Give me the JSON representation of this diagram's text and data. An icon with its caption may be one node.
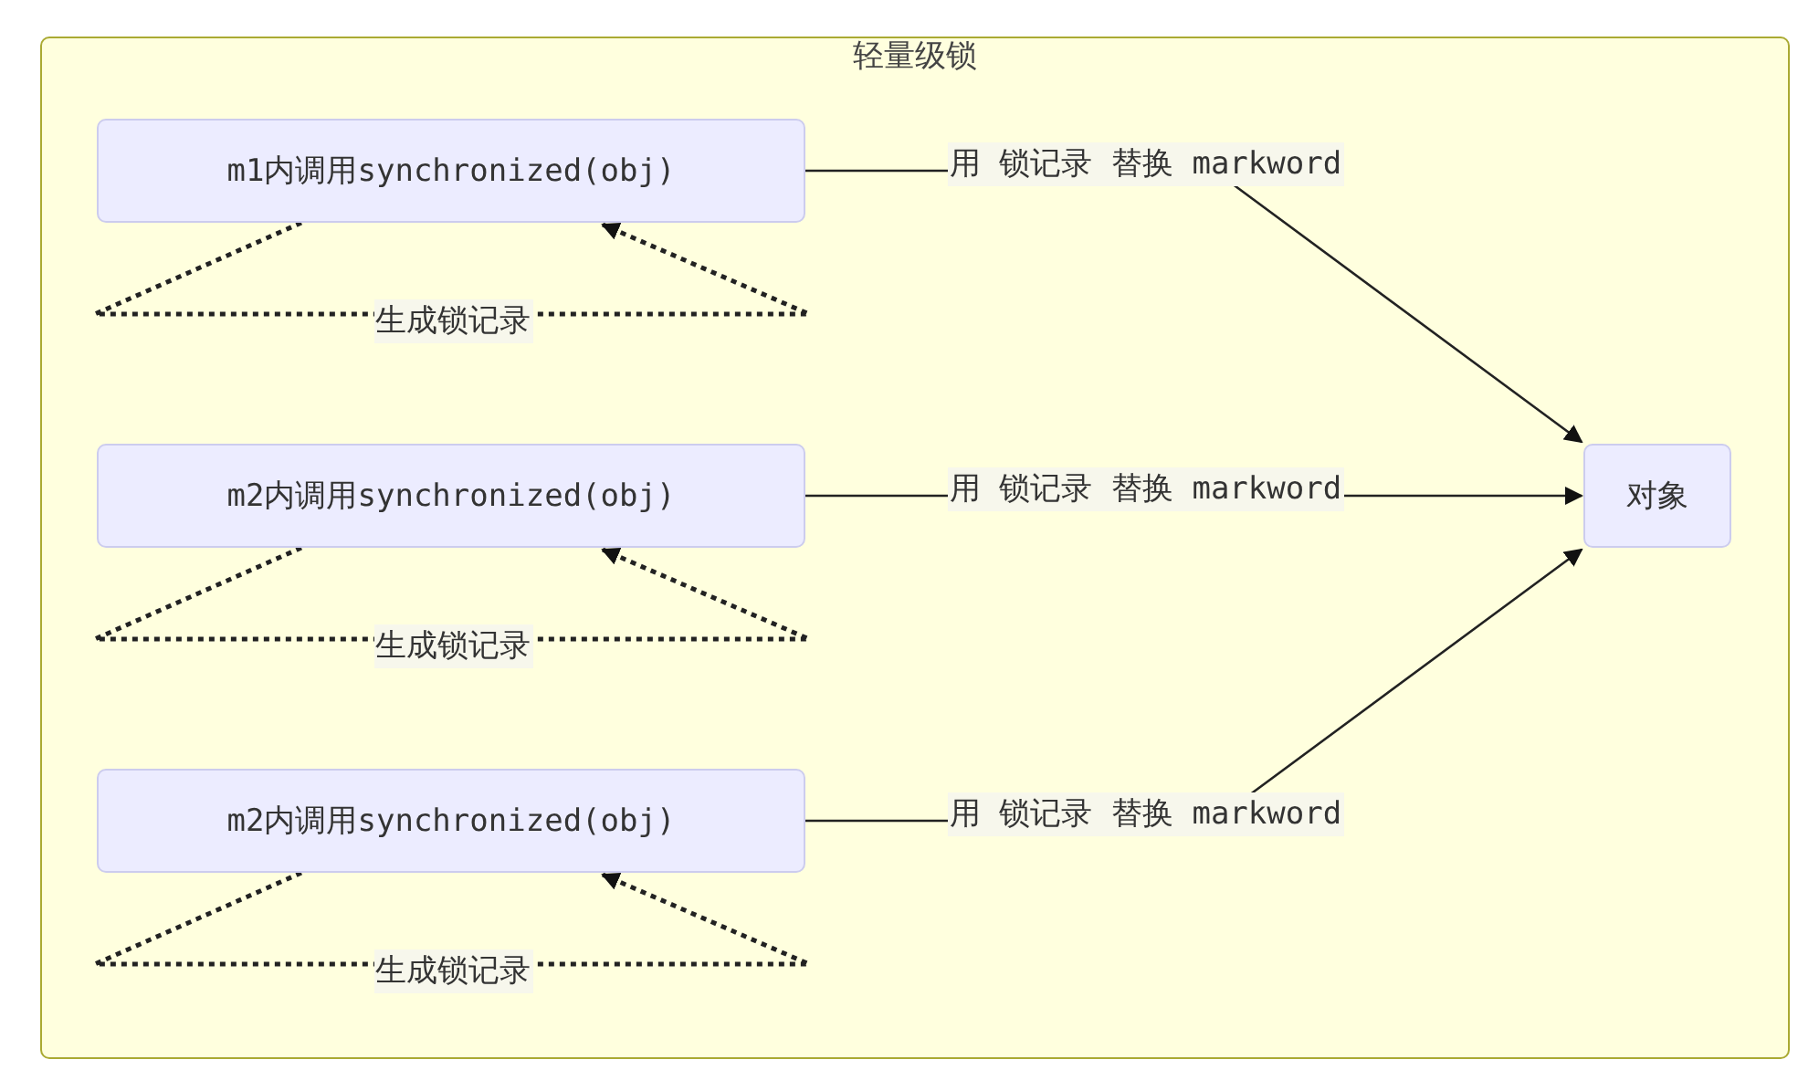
{
  "diagram": {
    "nodes": [
      {
        "text": [
          "轻量级锁"
        ]
      },
      {
        "text": [
          "m1内调用synchronized(obj)"
        ],
        "in": 0
      },
      {
        "text": [
          "m2内调用synchronized(obj)"
        ],
        "in": 0
      },
      {
        "text": [
          "m2内调用synchronized(obj)"
        ],
        "in": 0
      },
      {
        "text": [
          "对象"
        ],
        "in": 0
      }
    ],
    "edges": [
      {
        "from": 1,
        "to": 1,
        "arrow": "to",
        "style": "dashed",
        "label": "生成锁记录"
      },
      {
        "from": 1,
        "to": 4,
        "arrow": "to",
        "label": "用 锁记录 替换 markword"
      },
      {
        "from": 2,
        "to": 2,
        "arrow": "to",
        "style": "dashed",
        "label": "生成锁记录"
      },
      {
        "from": 2,
        "to": 4,
        "arrow": "to",
        "label": "用 锁记录 替换 markword"
      },
      {
        "from": 3,
        "to": 3,
        "arrow": "to",
        "style": "dashed",
        "label": "生成锁记录"
      },
      {
        "from": 3,
        "to": 4,
        "arrow": "to",
        "label": "用 锁记录 替换 markword"
      }
    ]
  }
}
